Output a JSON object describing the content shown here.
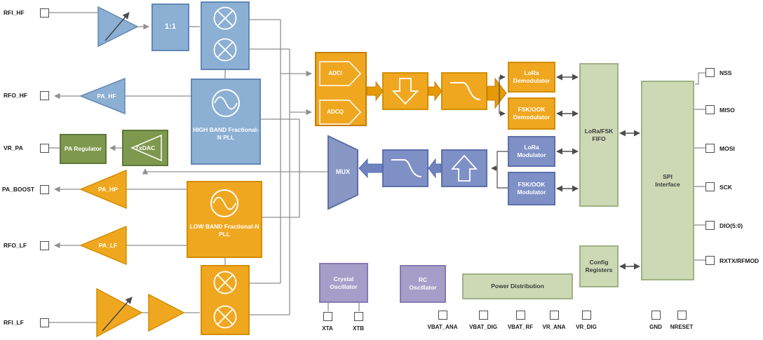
{
  "pins": {
    "left": [
      "RFI_HF",
      "RFO_HF",
      "VR_PA",
      "PA_BOOST",
      "RFO_LF",
      "RFI_LF"
    ],
    "right": [
      "NSS",
      "MISO",
      "MOSI",
      "SCK",
      "DIO(5:0)",
      "RXTX/RFMOD"
    ],
    "bottom": [
      "XTA",
      "XTB",
      "VBAT_ANA",
      "VBAT_DIG",
      "VBAT_RF",
      "VR_ANA",
      "VR_DIG",
      "GND",
      "NRESET"
    ]
  },
  "blocks": {
    "balun": "1:1",
    "pa_hf": "PA_HF",
    "pa_hp": "PA_HP",
    "pa_lf": "PA_LF",
    "hb_pll": "HIGH BAND Fractional-N PLL",
    "lb_pll": "LOW BAND Fractional-N PLL",
    "pa_regulator": "PA Regulator",
    "txdac": "TxDAC",
    "adci": "ADCI",
    "adcq": "ADCQ",
    "mux": "MUX",
    "lora_demodulator": "LoRa Demodulator",
    "fsk_demodulator": "FSK/OOK Demodulator",
    "lora_modulator": "LoRa Modulator",
    "fsk_modulator": "FSK/OOK Modulator",
    "fifo": "LoRa/FSK FIFO",
    "config_registers": "Config Registers",
    "spi": "SPI Interface",
    "crystal_osc": "Crystal Oscillator",
    "rc_osc": "RC Oscillator",
    "power_dist": "Power Distribution"
  },
  "colors": {
    "blue": "#8CAFD4",
    "orange": "#F0A720",
    "green": "#7E984E",
    "pale_green": "#CDD9B5",
    "purple": "#A89CC8",
    "periwinkle": "#7E90C6",
    "wire": "#8F8F8F",
    "arrow_dark": "#4D4D4D"
  }
}
